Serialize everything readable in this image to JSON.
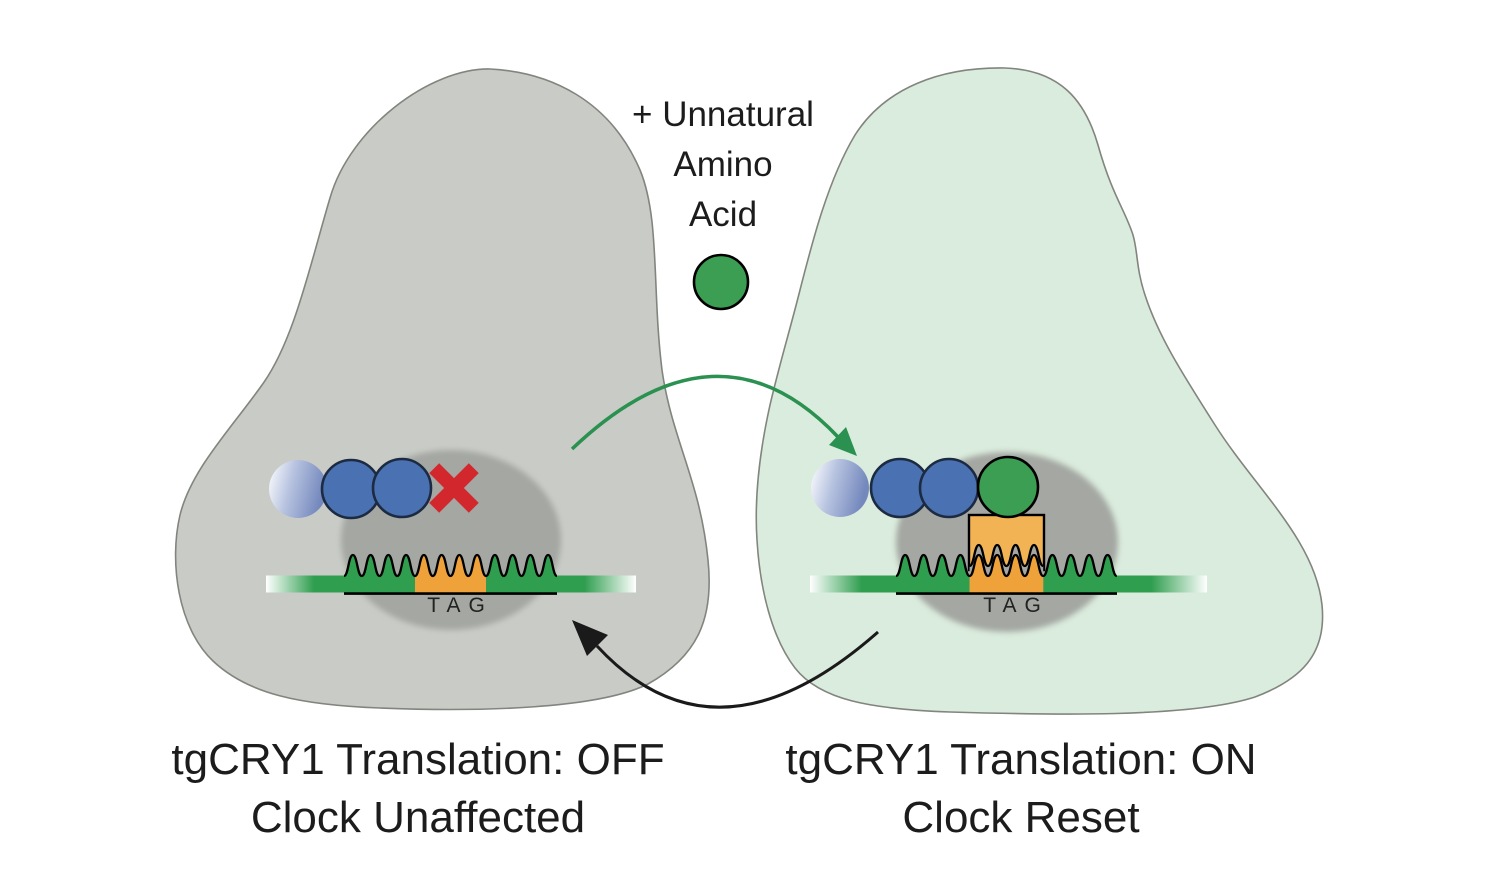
{
  "center_label": {
    "line1": "+ Unnatural",
    "line2": "Amino",
    "line3": "Acid"
  },
  "left_panel": {
    "codon_label": "TAG",
    "caption_line1": "tgCRY1 Translation: OFF",
    "caption_line2": "Clock Unaffected"
  },
  "right_panel": {
    "codon_label": "TAG",
    "caption_line1": "tgCRY1 Translation: ON",
    "caption_line2": "Clock Reset"
  },
  "icons": {
    "unnatural_amino_acid": "green-circle-icon",
    "blocked_translation": "red-x-icon",
    "forward_transfer": "green-curved-arrow-icon",
    "reverse_transfer": "black-curved-arrow-icon",
    "trna": "orange-square-icon",
    "ribosome": "gray-oval-icon",
    "mrna": "green-wavy-strand-icon"
  },
  "colors": {
    "cell_gray": "#c9ccc6",
    "cell_green": "#daecdd",
    "cell_outline": "#82857e",
    "ribosome_gray": "#a4a7a2",
    "mrna_green": "#2f9e4f",
    "codon_orange": "#efa23a",
    "trna_orange": "#f2b355",
    "amino_blue": "#4a72b2",
    "amino_blue_outline": "#1c2a42",
    "uaa_green": "#3b9e53",
    "x_red": "#d3272e",
    "arrow_green": "#2b9150",
    "ink": "#1c1c1c"
  }
}
